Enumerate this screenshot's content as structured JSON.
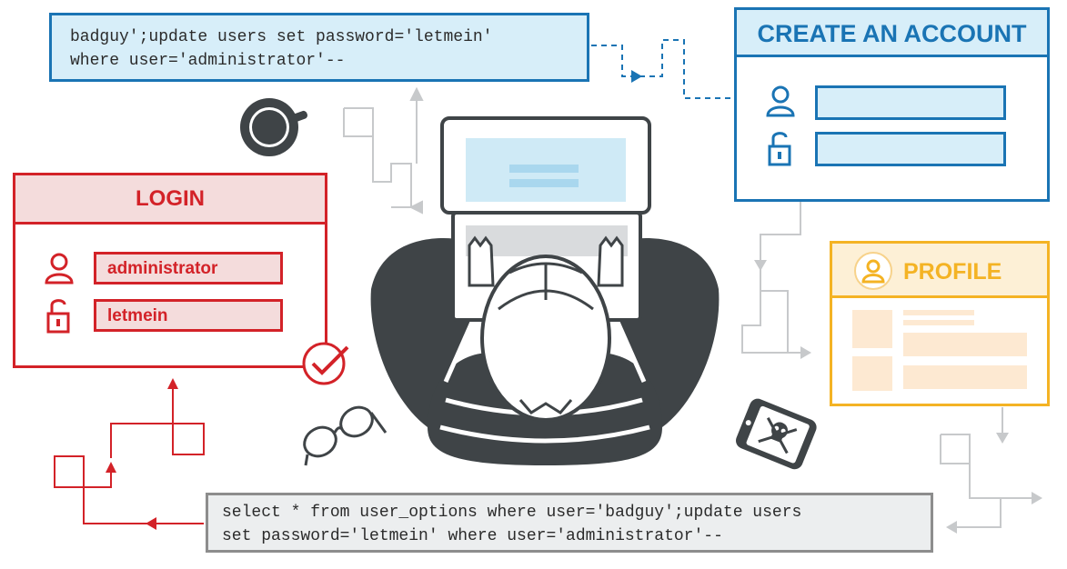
{
  "code_injection": {
    "lines": [
      "badguy';update users set password='letmein'",
      "where user='administrator'--"
    ]
  },
  "create_account": {
    "title": "CREATE AN ACCOUNT"
  },
  "login": {
    "title": "LOGIN",
    "username_value": "administrator",
    "password_value": "letmein"
  },
  "profile": {
    "title": "PROFILE"
  },
  "executed_query": {
    "lines": [
      "select * from user_options where user='badguy';update users",
      "set password='letmein' where user='administrator'--"
    ]
  },
  "icons": {
    "user": "user-icon",
    "lock": "lock-icon",
    "unlocked": "unlocked-padlock-icon",
    "check": "check-circle-icon",
    "coffee": "coffee-cup-icon",
    "glasses": "glasses-icon",
    "phone": "phone-skull-icon",
    "laptop": "laptop-icon",
    "person": "hacker-person-icon"
  },
  "colors": {
    "red": "#d32228",
    "red_light": "#f4dcdc",
    "blue": "#1a74b4",
    "blue_light": "#d7eef9",
    "orange": "#f4b324",
    "orange_light": "#fdf0d6",
    "dark": "#3f4447",
    "grey": "#c7c9cb"
  }
}
